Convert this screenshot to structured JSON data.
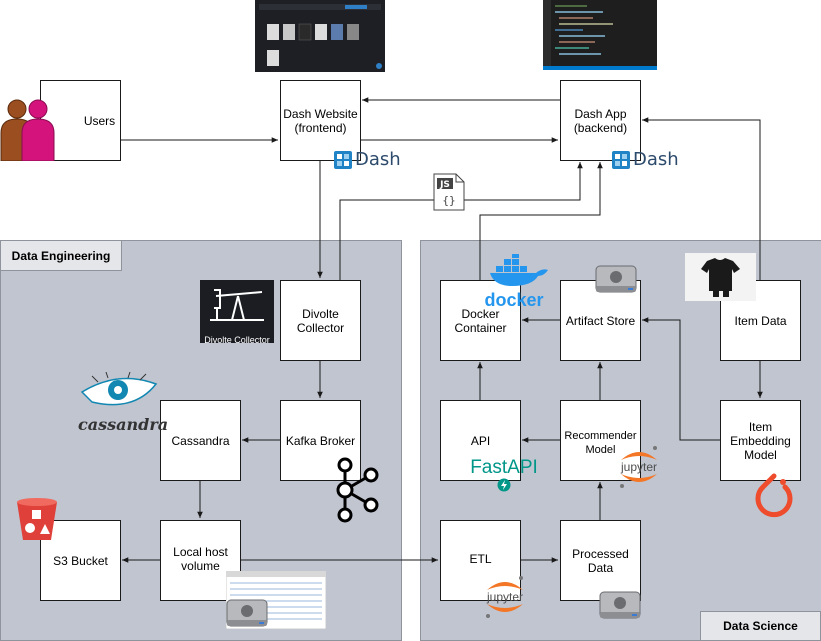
{
  "regions": {
    "data_engineering": "Data Engineering",
    "data_science": "Data Science"
  },
  "nodes": {
    "users": "Users",
    "dash_website": "Dash Website\n(frontend)",
    "dash_app": "Dash App\n(backend)",
    "divolte_collector": "Divolte\nCollector",
    "kafka_broker": "Kafka Broker",
    "cassandra": "Cassandra",
    "s3_bucket": "S3 Bucket",
    "local_host_volume": "Local host\nvolume",
    "docker_container": "Docker\nContainer",
    "artifact_store": "Artifact Store",
    "item_data": "Item Data",
    "api": "API",
    "recommender_model": "Recommender\nModel",
    "item_embedding_model": "Item\nEmbedding\nModel",
    "etl": "ETL",
    "processed_data": "Processed\nData"
  },
  "logos": {
    "dash": "Dash",
    "divolte": "Divolte Collector",
    "cassandra": "cassandra",
    "docker": "docker",
    "fastapi": "FastAPI",
    "jupyter": "jupyter",
    "js_file": "JS"
  },
  "colors": {
    "region_fill": "#c0c5d0",
    "dash_blue": "#1f83c6",
    "docker_blue": "#2496ed",
    "fastapi_teal": "#009688",
    "jupyter_orange": "#f37726",
    "pytorch_orange": "#ee4c2c",
    "s3_red": "#e0403a",
    "user_pink": "#d4137c",
    "user_brown": "#9b4f21"
  }
}
